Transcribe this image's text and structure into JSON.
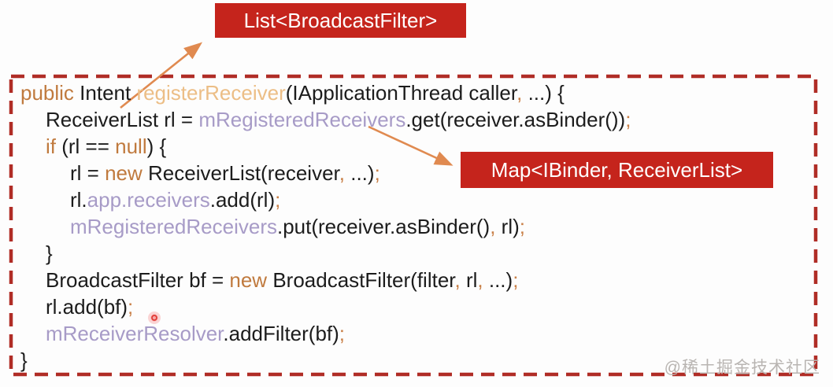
{
  "colors": {
    "box-red": "#c5241c",
    "border-red": "#b02d26",
    "keyword": "#c07a3e",
    "method": "#ecbe86",
    "field": "#a79bc7",
    "punct": "#c98048",
    "plain": "#1c1c1c",
    "arrow-orange": "#e08a50",
    "pointer-red": "#e03a34",
    "watermark": "#b9b5b2"
  },
  "labels": {
    "list_box": "List<BroadcastFilter>",
    "map_box": "Map<IBinder, ReceiverList>"
  },
  "watermark": "@稀土掘金技术社区",
  "code": {
    "lines": [
      {
        "indent": 0,
        "tokens": [
          {
            "t": "public",
            "c": "keyword"
          },
          {
            "t": " Intent ",
            "c": "plain"
          },
          {
            "t": "registerReceiver",
            "c": "method"
          },
          {
            "t": "(IApplicationThread caller",
            "c": "plain"
          },
          {
            "t": ",",
            "c": "punct"
          },
          {
            "t": " ...) {",
            "c": "plain"
          }
        ]
      },
      {
        "indent": 1,
        "tokens": [
          {
            "t": "ReceiverList rl = ",
            "c": "plain"
          },
          {
            "t": "mRegisteredReceivers",
            "c": "field"
          },
          {
            "t": ".get(receiver.asBinder())",
            "c": "plain"
          },
          {
            "t": ";",
            "c": "punct"
          }
        ]
      },
      {
        "indent": 1,
        "tokens": [
          {
            "t": "if",
            "c": "keyword"
          },
          {
            "t": " (rl == ",
            "c": "plain"
          },
          {
            "t": "null",
            "c": "keyword"
          },
          {
            "t": ") {",
            "c": "plain"
          }
        ]
      },
      {
        "indent": 2,
        "tokens": [
          {
            "t": "rl = ",
            "c": "plain"
          },
          {
            "t": "new",
            "c": "keyword"
          },
          {
            "t": " ReceiverList(receiver",
            "c": "plain"
          },
          {
            "t": ",",
            "c": "punct"
          },
          {
            "t": " ...)",
            "c": "plain"
          },
          {
            "t": ";",
            "c": "punct"
          }
        ]
      },
      {
        "indent": 2,
        "tokens": [
          {
            "t": "rl.",
            "c": "plain"
          },
          {
            "t": "app.receivers",
            "c": "field"
          },
          {
            "t": ".add(rl)",
            "c": "plain"
          },
          {
            "t": ";",
            "c": "punct"
          }
        ]
      },
      {
        "indent": 2,
        "tokens": [
          {
            "t": "mRegisteredReceivers",
            "c": "field"
          },
          {
            "t": ".put(receiver.asBinder()",
            "c": "plain"
          },
          {
            "t": ",",
            "c": "punct"
          },
          {
            "t": " rl)",
            "c": "plain"
          },
          {
            "t": ";",
            "c": "punct"
          }
        ]
      },
      {
        "indent": 1,
        "tokens": [
          {
            "t": "}",
            "c": "plain"
          }
        ]
      },
      {
        "indent": 1,
        "tokens": [
          {
            "t": "BroadcastFilter bf = ",
            "c": "plain"
          },
          {
            "t": "new",
            "c": "keyword"
          },
          {
            "t": " BroadcastFilter(filter",
            "c": "plain"
          },
          {
            "t": ",",
            "c": "punct"
          },
          {
            "t": " rl",
            "c": "plain"
          },
          {
            "t": ",",
            "c": "punct"
          },
          {
            "t": " ...)",
            "c": "plain"
          },
          {
            "t": ";",
            "c": "punct"
          }
        ]
      },
      {
        "indent": 1,
        "tokens": [
          {
            "t": "rl.add(bf)",
            "c": "plain"
          },
          {
            "t": ";",
            "c": "punct"
          }
        ]
      },
      {
        "indent": 1,
        "tokens": [
          {
            "t": "mReceiverResolver",
            "c": "field"
          },
          {
            "t": ".addFilter(bf)",
            "c": "plain"
          },
          {
            "t": ";",
            "c": "punct"
          }
        ]
      },
      {
        "indent": 0,
        "tokens": [
          {
            "t": "}",
            "c": "plain"
          }
        ]
      }
    ]
  }
}
